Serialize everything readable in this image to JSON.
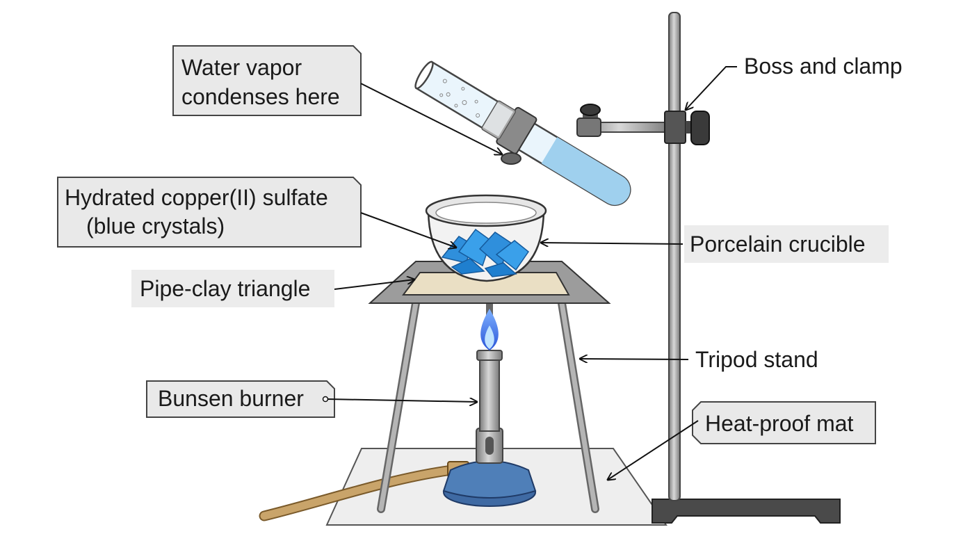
{
  "labels": {
    "water_vapor_line1": "Water vapor",
    "water_vapor_line2": "condenses here",
    "boss_clamp": "Boss and clamp",
    "copper_sulfate_line1": "Hydrated copper(II) sulfate",
    "copper_sulfate_line2": "(blue crystals)",
    "crucible": "Porcelain crucible",
    "pipe_clay": "Pipe-clay triangle",
    "tripod": "Tripod stand",
    "bunsen": "Bunsen burner",
    "heat_mat": "Heat-proof mat"
  },
  "colors": {
    "crystals": "#2f8fdc",
    "flame": "#3a6fe0",
    "burner_base": "#4f7fb8",
    "hose": "#c9a46a",
    "metal": "#9a9a9a",
    "stand_base": "#4a4a4a",
    "tripod_top": "#9c9c9c",
    "triangle_plate": "#eadfc4",
    "tube_liquid": "#9fd0ee"
  }
}
